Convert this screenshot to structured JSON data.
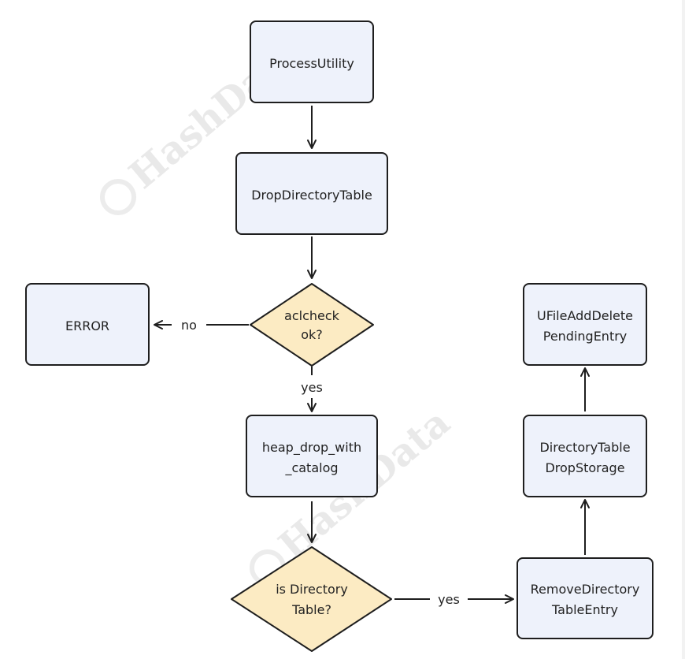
{
  "colors": {
    "process_fill": "#EEF2FB",
    "decision_fill": "#FCEBC3",
    "stroke": "#1E1E1E",
    "watermark": "#D8D8D8"
  },
  "watermark": {
    "text": "HashData"
  },
  "nodes": {
    "process_utility": {
      "lines": [
        "ProcessUtility"
      ]
    },
    "drop_directory_table": {
      "lines": [
        "DropDirectoryTable"
      ]
    },
    "aclcheck": {
      "lines": [
        "aclcheck",
        "ok?"
      ]
    },
    "error": {
      "lines": [
        "ERROR"
      ]
    },
    "heap_drop": {
      "lines": [
        "heap_drop_with",
        "_catalog"
      ]
    },
    "is_directory_table": {
      "lines": [
        "is Directory",
        "Table?"
      ]
    },
    "remove_directory_table_entry": {
      "lines": [
        "RemoveDirectory",
        "TableEntry"
      ]
    },
    "directory_table_drop_storage": {
      "lines": [
        "DirectoryTable",
        "DropStorage"
      ]
    },
    "ufile_add_delete_pending_entry": {
      "lines": [
        "UFileAddDelete",
        "PendingEntry"
      ]
    }
  },
  "edges": {
    "no_label": "no",
    "yes_label_1": "yes",
    "yes_label_2": "yes"
  }
}
